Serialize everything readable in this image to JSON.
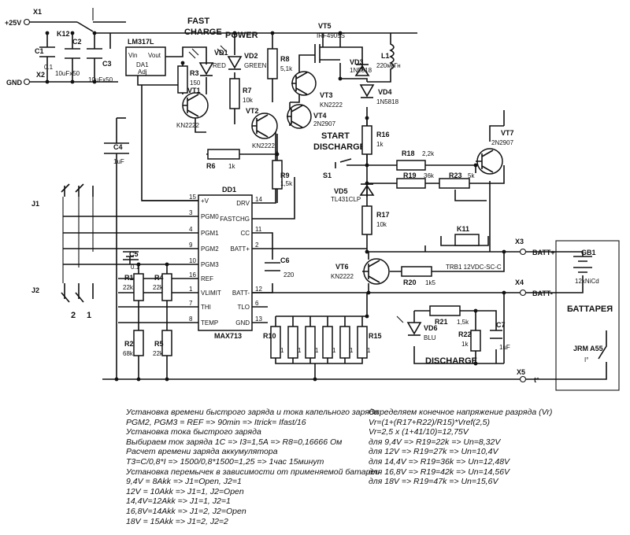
{
  "labels": {
    "x1": "X1",
    "supply": "+25V",
    "k12": "K12",
    "x2": "X2",
    "gnd": "GND",
    "c1": "C1",
    "c1v": "0.1",
    "c2": "C2",
    "c2v": "10uFx50",
    "c3": "C3",
    "c3v": "10uFx50",
    "da1": "LM317L",
    "da1_pin_in": "Vin",
    "da1_pin_out": "Vout",
    "da1_name": "DA1",
    "da1_adj": "Adj",
    "r3": "R3",
    "r3v": "150",
    "vd1": "VD1",
    "vd1v": "RED",
    "fast_charge_1": "FAST",
    "fast_charge_2": "CHARGE",
    "power": "POWER",
    "vd2": "VD2",
    "vd2v": "GREEN",
    "r7": "R7",
    "r7v": "10k",
    "r8": "R8",
    "r8v": "5,1k",
    "vt5": "VT5",
    "vt5v": "IRF4905S",
    "vd3": "VD3",
    "vd3v": "1N5818",
    "l1": "L1",
    "l1v": "220мкГн",
    "vt3": "VT3",
    "vt3v": "KN2222",
    "vt4": "VT4",
    "vt4v": "2N2907",
    "vd4": "VD4",
    "vd4v": "1N5818",
    "vt1": "VT1",
    "vt1v": "KN2222",
    "vt2": "VT2",
    "vt2v": "KN2222",
    "start_1": "START",
    "start_2": "DISCHARGE",
    "c4": "C4",
    "c4v": "1uF",
    "r6": "R6",
    "r6v": "1k",
    "r9": "R9",
    "r9v": "1,5k",
    "r16": "R16",
    "r16v": "1k",
    "vt7": "VT7",
    "vt7v": "2N2907",
    "s1": "S1",
    "r18": "R18",
    "r18v": "2,2k",
    "r19": "R19",
    "r19v": "36k",
    "r23": "R23",
    "r23v": "5k",
    "vd5": "VD5",
    "vd5v": "TL431CLP",
    "r17": "R17",
    "r17v": "10k",
    "k11": "K11",
    "relay": "TRB1 12VDC-SC-C",
    "x3": "X3",
    "batt_plus": "BATT+",
    "x4": "X4",
    "batt_minus": "BATT-",
    "gb1": "GB1",
    "gb1v": "12xNiCd",
    "battery": "БАТТАРЕЯ",
    "jrm": "JRM A55",
    "jrm_deg": "I°",
    "vt6": "VT6",
    "vt6v": "KN2222",
    "r20": "R20",
    "r20v": "1k5",
    "r21": "R21",
    "r21v": "1,5k",
    "vd6": "VD6",
    "vd6v": "BLU",
    "r22": "R22",
    "r22v": "1k",
    "c7": "C7",
    "c7v": "1uF",
    "discharge": "DISCHARGE",
    "x5": "X5",
    "t_plus": "t°",
    "dd1": "DD1",
    "dd1_name": "MAX713",
    "j1": "J1",
    "j2": "J2",
    "j_2": "2",
    "j_1": "1",
    "c5": "C5",
    "c5v": "0.1",
    "r1": "R1",
    "r1v": "22k",
    "r4": "R4",
    "r4v": "22k",
    "r2": "R2",
    "r2v": "68k",
    "r5": "R5",
    "r5v": "22k",
    "c6": "C6",
    "c6v": "220",
    "r10": "R10",
    "r15": "R15",
    "r_bank_v": "1"
  },
  "dd1_pins_left": [
    {
      "name": "+V",
      "num": "15"
    },
    {
      "name": "PGM0",
      "num": "3"
    },
    {
      "name": "PGM1",
      "num": "4"
    },
    {
      "name": "PGM2",
      "num": "9"
    },
    {
      "name": "PGM3",
      "num": "10"
    },
    {
      "name": "REF",
      "num": "16"
    },
    {
      "name": "VLIMIT",
      "num": "1"
    },
    {
      "name": "THI",
      "num": "7"
    },
    {
      "name": "TEMP",
      "num": "8"
    }
  ],
  "dd1_pins_right": [
    {
      "name": "DRV",
      "num": "14"
    },
    {
      "name": "FASTCHG",
      "num": ""
    },
    {
      "name": "CC",
      "num": "11"
    },
    {
      "name": "BATT+",
      "num": "2"
    },
    {
      "name": "BATT-",
      "num": "12"
    },
    {
      "name": "TLO",
      "num": "6"
    },
    {
      "name": "GND",
      "num": "13"
    }
  ],
  "notes_left": [
    "Установка времени быстрого заряда и тока капельного заряда",
    "PGM2, PGM3 = REF => 90min => Itrick= Ifast/16",
    "Установка тока быстрого заряда",
    "Выбираем ток заряда  1C => I3=1,5A  => R8=0,16666 Ом",
    "Расчет времени заряда аккумулятора",
    "T3=C/0,8*I => 1500/0,8*1500=1,25 => 1час 15минут",
    "Установка перемычек в зависимости от применяемой батареи",
    "9,4V = 8Akk => J1=Open, J2=1",
    "12V = 10Akk => J1=1, J2=Open",
    "14,4V=12Akk => J1=1, J2=1",
    "16,8V=14Akk => J1=2, J2=Open",
    "18V = 15Akk => J1=2, J2=2"
  ],
  "notes_right": [
    "Определяем конечное напряжение разряда (Vr)",
    "Vr=(1+(R17+R22)/R15)*Vref(2,5)",
    "Vr=2,5 x (1+41/10)=12,75V",
    "для 9,4V => R19=22k => Un=8,32V",
    "для 12V => R19=27k => Un=10,4V",
    "для 14,4V => R19=36k => Un=12,48V",
    "для 16,8V => R19=42k => Un=14,56V",
    "для 18V => R19=47k => Un=15,6V"
  ]
}
